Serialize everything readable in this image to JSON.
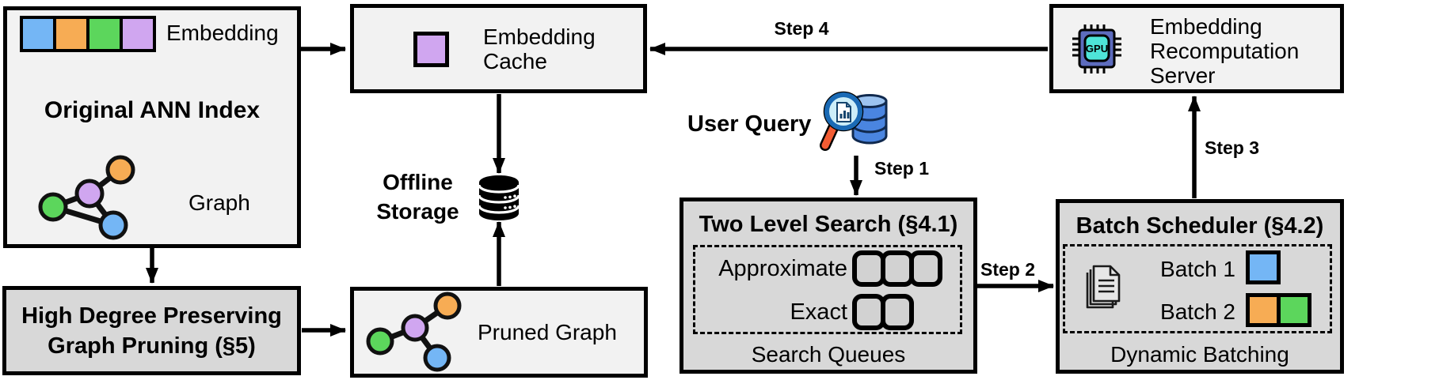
{
  "colors": {
    "blue": "#74b6f5",
    "orange": "#f7ac54",
    "green": "#5cd65c",
    "purple": "#d0a6f0",
    "box_light": "#f2f2f2",
    "box_dark": "#d8d8d8",
    "border_black": "#000000",
    "chip_body": "#5d6cbe",
    "chip_core": "#4ee4d8",
    "magnifier_rim": "#1a6ab5",
    "magnifier_handle": "#f25c33",
    "query_db_blue": "#4a85e0"
  },
  "ann_index": {
    "title": "Original ANN Index",
    "embedding_label": "Embedding",
    "graph_label": "Graph"
  },
  "graph_pruning": {
    "line1": "High Degree Preserving",
    "line2": "Graph Pruning (§5)"
  },
  "embedding_cache": {
    "line1": "Embedding",
    "line2": "Cache"
  },
  "offline_storage": {
    "line1": "Offline",
    "line2": "Storage"
  },
  "pruned_graph": {
    "label": "Pruned Graph"
  },
  "user_query": {
    "label": "User Query"
  },
  "steps": {
    "s1": "Step 1",
    "s2": "Step 2",
    "s3": "Step 3",
    "s4": "Step 4"
  },
  "two_level_search": {
    "title": "Two Level Search (§4.1)",
    "row1_label": "Approximate",
    "row2_label": "Exact",
    "approximate_queue_count": 3,
    "exact_queue_count": 2,
    "footer": "Search Queues"
  },
  "batch_scheduler": {
    "title": "Batch Scheduler (§4.2)",
    "batch1_label": "Batch 1",
    "batch2_label": "Batch 2",
    "batch1_colors": [
      "blue"
    ],
    "batch2_colors": [
      "orange",
      "green"
    ],
    "footer": "Dynamic Batching"
  },
  "recomputation_server": {
    "line1": "Embedding",
    "line2": "Recomputation",
    "line3": "Server",
    "chip_label": "GPU"
  }
}
